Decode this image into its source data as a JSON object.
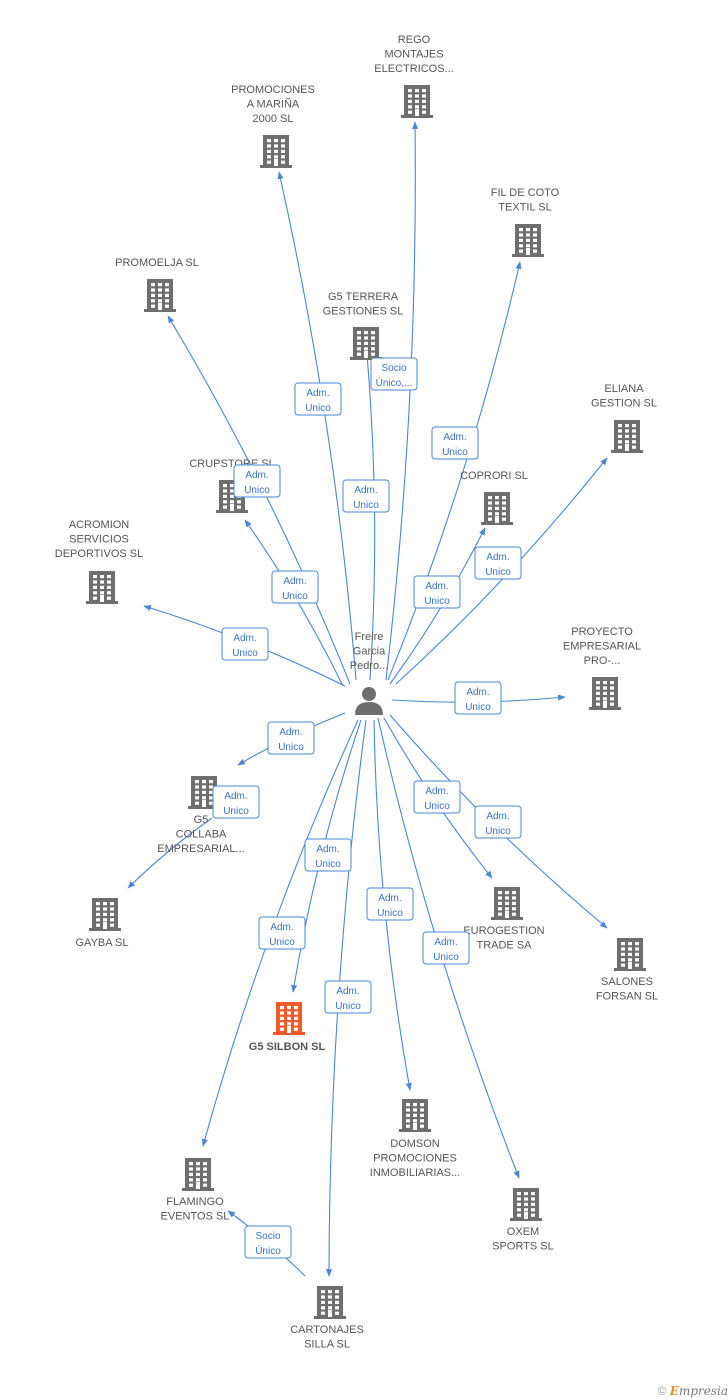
{
  "center": {
    "lines": [
      "Freire",
      "Garcia",
      "Pedro..."
    ]
  },
  "colors": {
    "edge": "#4a86d6",
    "building": "#6e6e6e",
    "highlight": "#f05a2a",
    "badge_text": "#3a73c3"
  },
  "nodes": [
    {
      "id": "rego",
      "lines": [
        "REGO",
        "MONTAJES",
        "ELECTRICOS..."
      ],
      "icon": "building-icon"
    },
    {
      "id": "promociones_marina",
      "lines": [
        "PROMOCIONES",
        "A MARIÑA",
        "2000 SL"
      ],
      "icon": "building-icon"
    },
    {
      "id": "fil_de_coto",
      "lines": [
        "FIL DE COTO",
        "TEXTIL  SL"
      ],
      "icon": "building-icon"
    },
    {
      "id": "promoelja",
      "lines": [
        "PROMOELJA SL"
      ],
      "icon": "building-icon"
    },
    {
      "id": "g5_terrera",
      "lines": [
        "G5 TERRERA",
        "GESTIONES  SL"
      ],
      "icon": "building-icon"
    },
    {
      "id": "eliana",
      "lines": [
        "ELIANA",
        "GESTION SL"
      ],
      "icon": "building-icon"
    },
    {
      "id": "crupstore",
      "lines": [
        "CRUPSTORE SL"
      ],
      "icon": "building-icon"
    },
    {
      "id": "coprori",
      "lines": [
        "COPRORI SL"
      ],
      "icon": "building-icon"
    },
    {
      "id": "acromion",
      "lines": [
        "ACROMION",
        "SERVICIOS",
        "DEPORTIVOS SL"
      ],
      "icon": "building-icon"
    },
    {
      "id": "proyecto",
      "lines": [
        "PROYECTO",
        "EMPRESARIAL",
        "PRO-..."
      ],
      "icon": "building-icon"
    },
    {
      "id": "g5_collaba",
      "lines": [
        "G5",
        "COLLABA",
        "EMPRESARIAL..."
      ],
      "icon": "building-icon"
    },
    {
      "id": "gayba",
      "lines": [
        "GAYBA SL"
      ],
      "icon": "building-icon"
    },
    {
      "id": "eurogestion",
      "lines": [
        "EUROGESTION",
        "TRADE SA"
      ],
      "icon": "building-icon"
    },
    {
      "id": "salones",
      "lines": [
        "SALONES",
        "FORSAN SL"
      ],
      "icon": "building-icon"
    },
    {
      "id": "g5_silbon",
      "lines": [
        "G5 SILBON  SL"
      ],
      "icon": "building-icon",
      "highlight": true
    },
    {
      "id": "domson",
      "lines": [
        "DOMSON",
        "PROMOCIONES",
        "INMOBILIARIAS..."
      ],
      "icon": "building-icon"
    },
    {
      "id": "flamingo",
      "lines": [
        "FLAMINGO",
        "EVENTOS SL"
      ],
      "icon": "building-icon"
    },
    {
      "id": "oxem",
      "lines": [
        "OXEM",
        "SPORTS SL"
      ],
      "icon": "building-icon"
    },
    {
      "id": "cartonajes",
      "lines": [
        "CARTONAJES",
        "SILLA  SL"
      ],
      "icon": "building-icon"
    }
  ],
  "edges": [
    {
      "from": "center",
      "to": "rego",
      "label": [
        "Socio",
        "Único,..."
      ]
    },
    {
      "from": "center",
      "to": "promociones_marina",
      "label": [
        "Adm.",
        "Unico"
      ]
    },
    {
      "from": "center",
      "to": "fil_de_coto",
      "label": [
        "Adm.",
        "Unico"
      ]
    },
    {
      "from": "center",
      "to": "promoelja",
      "label": [
        "Adm.",
        "Unico"
      ]
    },
    {
      "from": "center",
      "to": "g5_terrera",
      "label": [
        "Adm.",
        "Unico"
      ]
    },
    {
      "from": "center",
      "to": "eliana",
      "label": [
        "Adm.",
        "Unico"
      ]
    },
    {
      "from": "center",
      "to": "crupstore",
      "label": [
        "Adm.",
        "Unico"
      ]
    },
    {
      "from": "center",
      "to": "coprori",
      "label": [
        "Adm.",
        "Unico"
      ]
    },
    {
      "from": "center",
      "to": "acromion",
      "label": [
        "Adm.",
        "Unico"
      ]
    },
    {
      "from": "center",
      "to": "proyecto",
      "label": [
        "Adm.",
        "Unico"
      ]
    },
    {
      "from": "center",
      "to": "g5_collaba",
      "label": [
        "Adm.",
        "Unico"
      ]
    },
    {
      "from": "g5_collaba",
      "to": "gayba",
      "label": [
        "Adm.",
        "Unico"
      ]
    },
    {
      "from": "center",
      "to": "eurogestion",
      "label": [
        "Adm.",
        "Unico"
      ]
    },
    {
      "from": "center",
      "to": "salones",
      "label": [
        "Adm.",
        "Unico"
      ]
    },
    {
      "from": "center",
      "to": "g5_silbon",
      "label": [
        "Adm.",
        "Unico"
      ]
    },
    {
      "from": "center",
      "to": "domson",
      "label": [
        "Adm.",
        "Unico"
      ]
    },
    {
      "from": "center",
      "to": "flamingo",
      "label": [
        "Adm.",
        "Unico"
      ]
    },
    {
      "from": "center",
      "to": "oxem",
      "label": [
        "Adm.",
        "Unico"
      ]
    },
    {
      "from": "center",
      "to": "cartonajes",
      "label": [
        "Adm.",
        "Unico"
      ]
    },
    {
      "from": "cartonajes",
      "to": "flamingo",
      "label": [
        "Socio",
        "Único"
      ]
    }
  ],
  "footer": {
    "copyright": "©",
    "brand_initial": "E",
    "brand_rest": "mpresia"
  }
}
